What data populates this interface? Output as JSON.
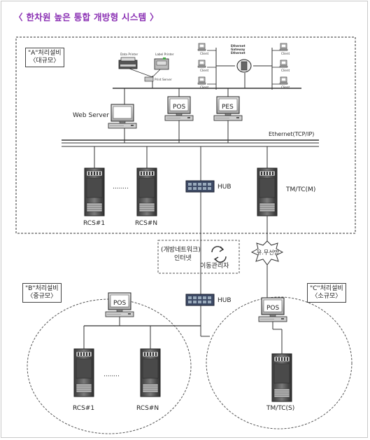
{
  "title": "〈 한차원 높은 통합 개방형 시스템 〉",
  "groups": {
    "a": {
      "line1": "\"A\"처리설비",
      "line2": "〈대규모〉"
    },
    "b": {
      "line1": "\"B\"처리설비",
      "line2": "〈중규모〉"
    },
    "c": {
      "line1": "\"C\"처리설비",
      "line2": "〈소규모〉"
    }
  },
  "labels": {
    "web_server": "Web Server",
    "pos": "POS",
    "pes": "PES",
    "ethernet": "Ethernet(TCP/IP)",
    "hub": "HUB",
    "rcs1": "RCS#1",
    "rcsn": "RCS#N",
    "tmtc_m": "TM/TC(M)",
    "tmtc_s": "TM/TC(S)",
    "open_network": "(개방네트워크)",
    "internet": "인터넷",
    "mobile_manager": "이동관리자",
    "wired_wireless": "유.무선망",
    "ellipsis": "........"
  },
  "tiny_labels": {
    "data_printer": "Data Printer",
    "label_printer": "Label Printer",
    "print_server": "Print Server",
    "ethernet_gateway": "Ethernet Gateway Ethernet",
    "client": "Client"
  }
}
